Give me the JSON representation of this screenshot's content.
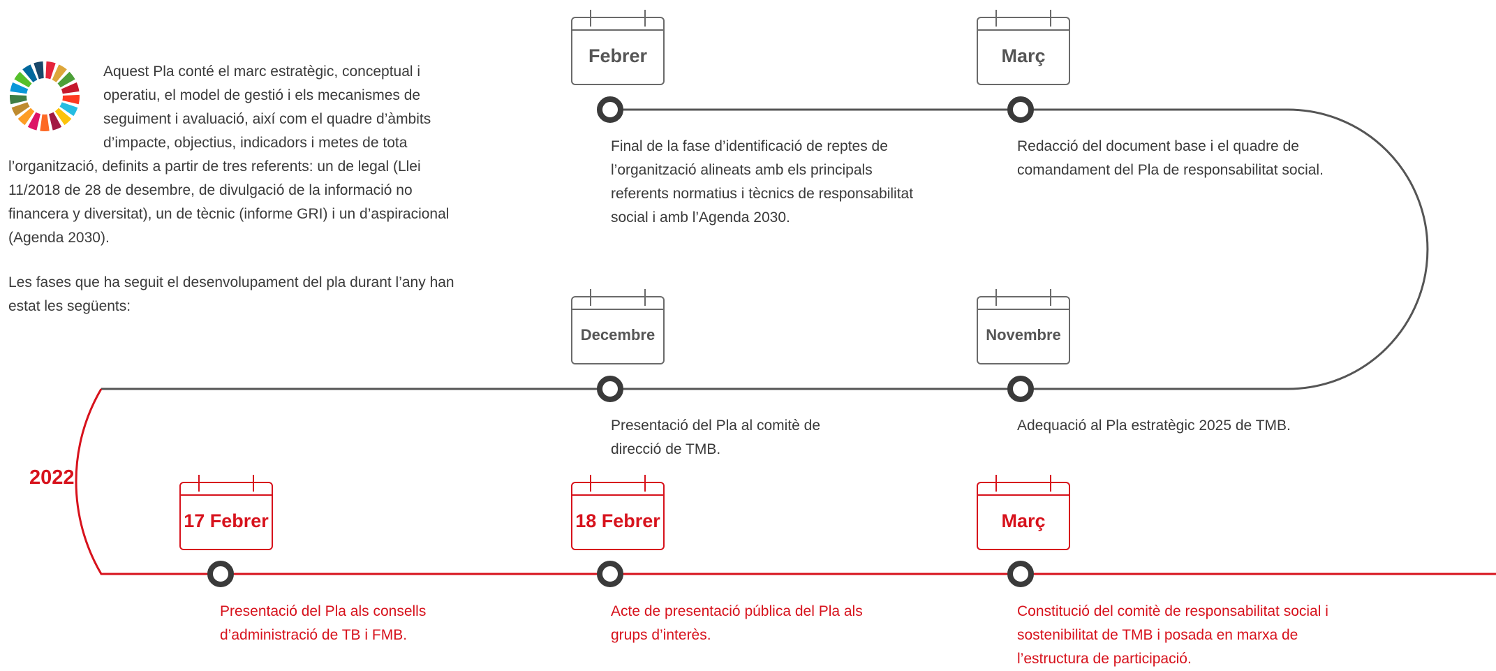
{
  "intro": {
    "paragraph1": "Aquest Pla conté el marc estratègic, conceptual i operatiu, el model de gestió i els mecanismes de seguiment i avaluació, així com el quadre d’àmbits d’impacte, objectius, indicadors i metes de tota l’organització, definits a partir de tres referents: un de legal (Llei 11/2018 de 28 de desembre, de divulgació de la informació no financera y diversitat), un de tècnic (informe GRI) i un d’aspiracional (Agenda 2030).",
    "paragraph2": "Les fases que ha seguit el desenvolupament del pla durant l’any han estat les següents:"
  },
  "sdg_wheel_colors": [
    "#e5243b",
    "#dda63a",
    "#4c9f38",
    "#c5192d",
    "#ff3a21",
    "#26bde2",
    "#fcc30b",
    "#a21942",
    "#fd6925",
    "#dd1367",
    "#fd9d24",
    "#bf8b2e",
    "#3f7e44",
    "#0a97d9",
    "#56c02b",
    "#00689d",
    "#19486a"
  ],
  "colors": {
    "line": "#555555",
    "accent": "#d7121c",
    "text": "#3a3a3a"
  },
  "year_label": "2022",
  "milestones": [
    {
      "date": "Febrer",
      "text": "Final de la fase d’identificació de reptes de l’organització alineats amb els principals referents normatius i tècnics de responsabilitat social i amb l’Agenda 2030."
    },
    {
      "date": "Març",
      "text": "Redacció del document base i el quadre de comandament del Pla de responsabilitat social."
    },
    {
      "date": "Novembre",
      "text": "Adequació al Pla estratègic 2025 de TMB."
    },
    {
      "date": "Decembre",
      "text": "Presentació del Pla al comitè de direcció de TMB."
    },
    {
      "date": "17 Febrer",
      "text": "Presentació del Pla als consells d’administració de TB i FMB."
    },
    {
      "date": "18 Febrer",
      "text": "Acte de presentació pública del Pla als grups d’interès."
    },
    {
      "date": "Març",
      "text": "Constitució del comitè de responsabilitat social i sostenibilitat de TMB i posada en marxa de l’estructura de participació."
    }
  ]
}
